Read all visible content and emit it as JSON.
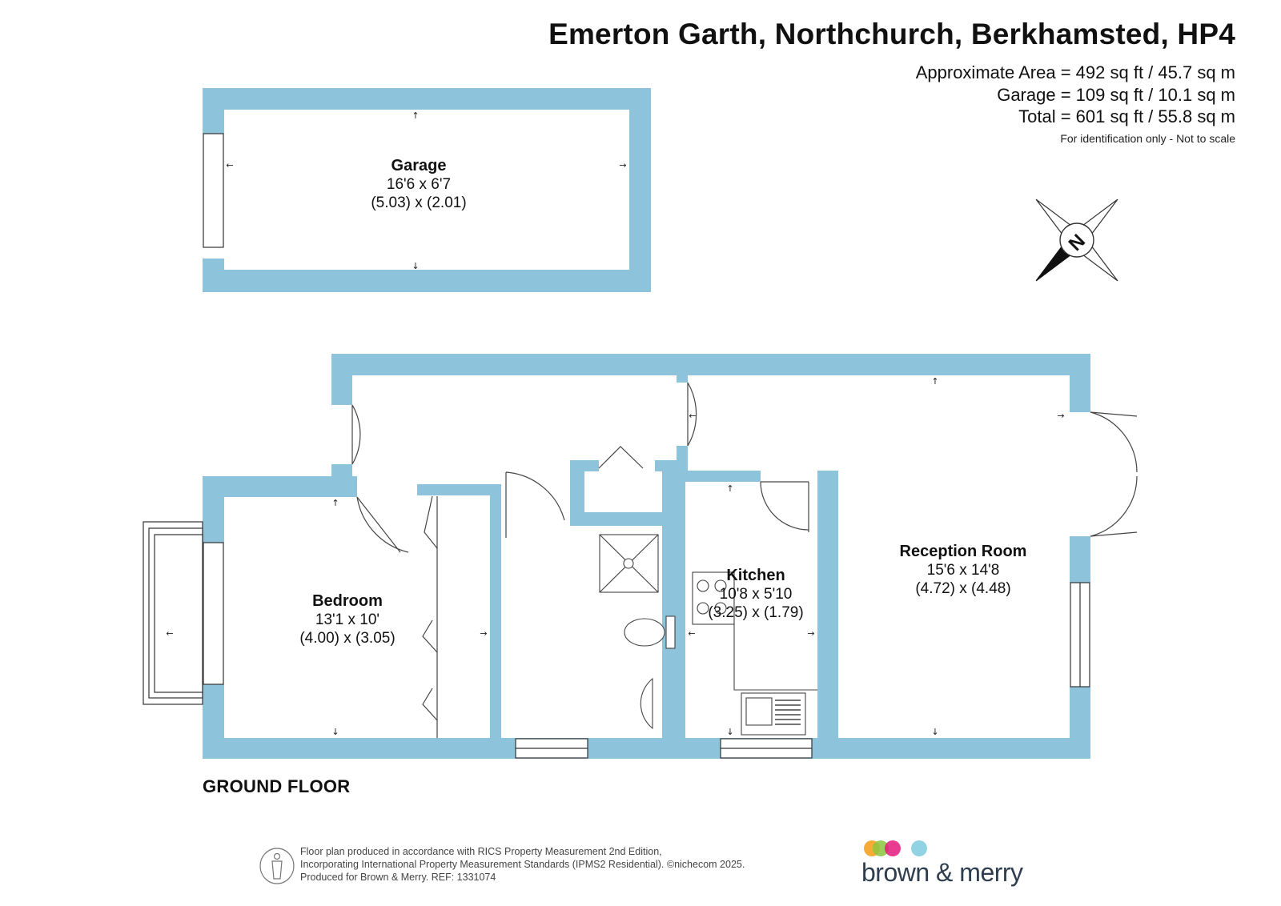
{
  "header": {
    "title": "Emerton Garth, Northchurch, Berkhamsted, HP4",
    "areas": [
      "Approximate Area = 492 sq ft / 45.7 sq m",
      "Garage = 109 sq ft / 10.1 sq m",
      "Total = 601 sq ft / 55.8 sq m"
    ],
    "disclaimer": "For identification only - Not to scale"
  },
  "rooms": {
    "garage": {
      "name": "Garage",
      "imperial": "16'6 x 6'7",
      "metric": "(5.03) x (2.01)"
    },
    "bedroom": {
      "name": "Bedroom",
      "imperial": "13'1 x 10'",
      "metric": "(4.00) x (3.05)"
    },
    "kitchen": {
      "name": "Kitchen",
      "imperial": "10'8 x 5'10",
      "metric": "(3.25) x (1.79)"
    },
    "reception": {
      "name": "Reception Room",
      "imperial": "15'6 x 14'8",
      "metric": "(4.72) x (4.48)"
    }
  },
  "floor_label": "GROUND FLOOR",
  "compass": {
    "letter": "N"
  },
  "footer": {
    "lines": [
      "Floor plan produced in accordance with RICS Property Measurement 2nd Edition,",
      "Incorporating International Property Measurement Standards (IPMS2 Residential).  ©nichecom 2025.",
      "Produced for Brown & Merry.   REF: 1331074"
    ]
  },
  "brand": {
    "name": "brown & merry",
    "dot_colors": [
      "#f39c12",
      "#8cc63f",
      "#e5197d",
      "#7ecbe0"
    ]
  },
  "colors": {
    "wall": "#8ec3dc",
    "line": "#333333"
  }
}
